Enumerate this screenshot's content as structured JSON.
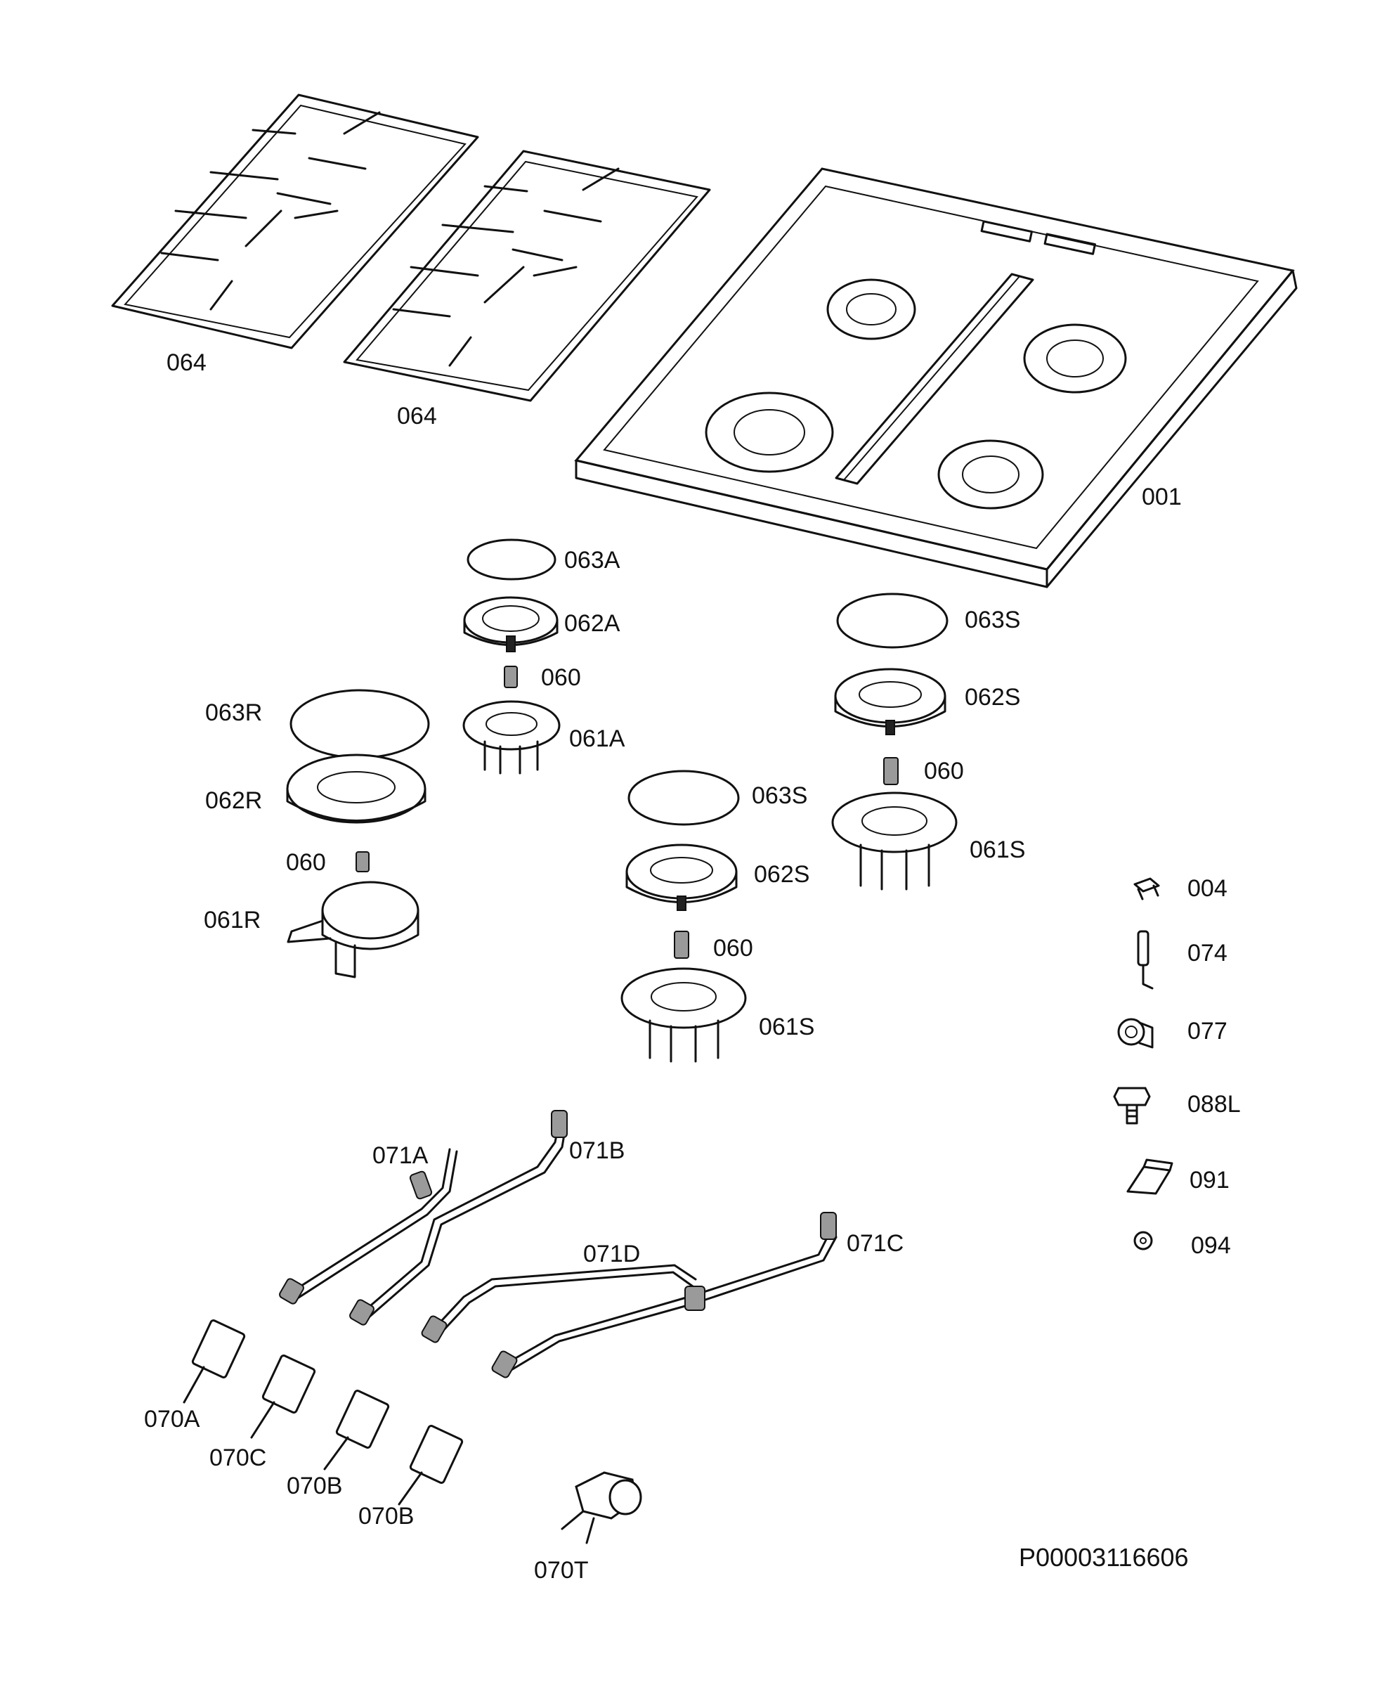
{
  "labels": {
    "grid_left": "064",
    "grid_right": "064",
    "hob_top": "001",
    "cap_a": "063A",
    "crown_a": "062A",
    "injector_a": "060",
    "body_a": "061A",
    "cap_r": "063R",
    "crown_r": "062R",
    "injector_r": "060",
    "body_r": "061R",
    "cap_s_mid": "063S",
    "crown_s_mid": "062S",
    "injector_s_mid": "060",
    "body_s_mid": "061S",
    "cap_s_right": "063S",
    "crown_s_right": "062S",
    "injector_s_right": "060",
    "body_s_right": "061S",
    "clip": "004",
    "electrode": "074",
    "elbow": "077",
    "bolt": "088L",
    "bracket": "091",
    "washer": "094",
    "pipe_a": "071A",
    "pipe_b": "071B",
    "pipe_c": "071C",
    "pipe_d": "071D",
    "valve_a": "070A",
    "valve_c": "070C",
    "valve_b1": "070B",
    "valve_b2": "070B",
    "valve_t": "070T"
  },
  "reference": "P00003116606"
}
